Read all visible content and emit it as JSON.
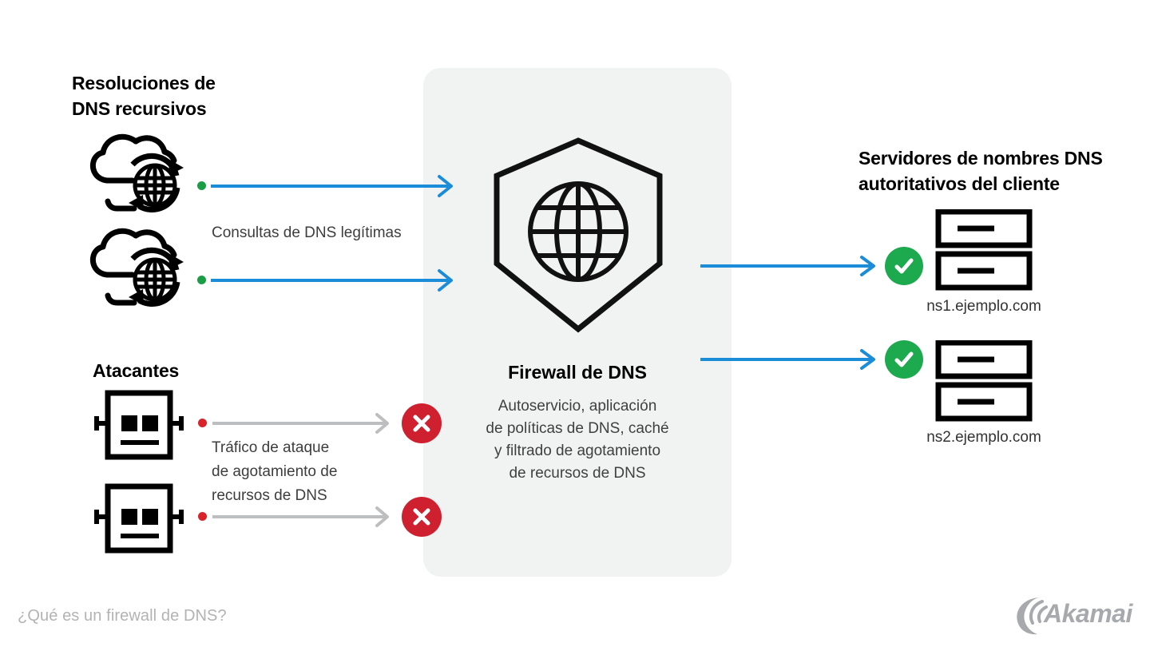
{
  "meta": {
    "background_color": "#ffffff",
    "panel_color": "#f1f2f2",
    "accent_blue": "#1a8cd8",
    "accent_green": "#1da94e",
    "accent_red": "#cf2030",
    "muted_gray": "#bcbec0"
  },
  "left": {
    "resolvers_heading": "Resoluciones de\nDNS recursivos",
    "legit_label": "Consultas de DNS legítimas",
    "attackers_heading": "Atacantes",
    "attack_label": "Tráfico de ataque\nde agotamiento de\nrecursos de DNS",
    "resolver_icons": [
      "recursive-dns-cloud-icon",
      "recursive-dns-cloud-icon"
    ],
    "attacker_icons": [
      "attacker-bot-icon",
      "attacker-bot-icon"
    ]
  },
  "center": {
    "title": "Firewall de DNS",
    "description": "Autoservicio, aplicación\nde políticas de DNS, caché\ny filtrado de agotamiento\nde recursos de DNS",
    "icon": "dns-shield-globe-icon"
  },
  "right": {
    "heading": "Servidores de nombres DNS\nautoritativos del cliente",
    "servers": [
      {
        "name": "ns1.ejemplo.com",
        "status": "allowed",
        "icon": "server-rack-icon"
      },
      {
        "name": "ns2.ejemplo.com",
        "status": "allowed",
        "icon": "server-rack-icon"
      }
    ]
  },
  "flows": {
    "allowed": [
      {
        "from": "resolver-1",
        "to": "dns-firewall",
        "color": "#1a8cd8",
        "marker": "green-dot"
      },
      {
        "from": "resolver-2",
        "to": "dns-firewall",
        "color": "#1a8cd8",
        "marker": "green-dot"
      },
      {
        "from": "dns-firewall",
        "to": "ns1",
        "color": "#1a8cd8",
        "marker": "none"
      },
      {
        "from": "dns-firewall",
        "to": "ns2",
        "color": "#1a8cd8",
        "marker": "none"
      }
    ],
    "blocked": [
      {
        "from": "attacker-1",
        "to": "dns-firewall",
        "color": "#bcbec0",
        "marker": "red-dot",
        "terminator": "blocked-x-badge"
      },
      {
        "from": "attacker-2",
        "to": "dns-firewall",
        "color": "#bcbec0",
        "marker": "red-dot",
        "terminator": "blocked-x-badge"
      }
    ]
  },
  "footer": {
    "caption": "¿Qué es un firewall de DNS?",
    "brand": "Akamai"
  }
}
